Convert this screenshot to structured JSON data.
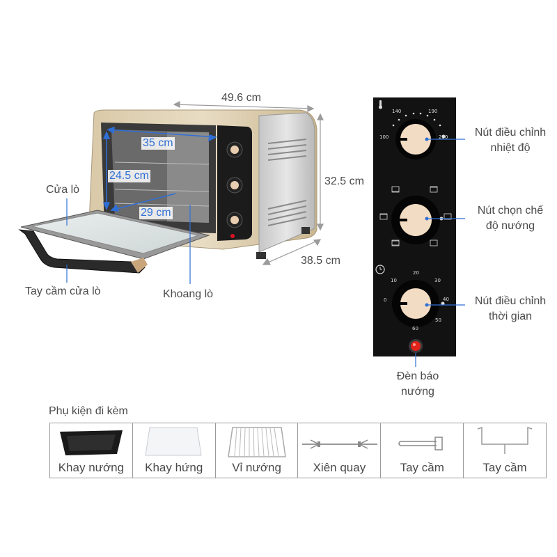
{
  "dimensions": {
    "width": "49.6 cm",
    "height": "32.5 cm",
    "depth": "38.5 cm",
    "inner_width": "35 cm",
    "inner_height": "24.5 cm",
    "inner_depth": "29 cm"
  },
  "oven_labels": {
    "door": "Cửa lò",
    "door_handle": "Tay cầm cửa lò",
    "chamber": "Khoang lò"
  },
  "panel_labels": {
    "temp_knob": [
      "Nút điều chỉnh",
      "nhiệt độ"
    ],
    "mode_knob": [
      "Nút chọn chế",
      "độ nướng"
    ],
    "timer_knob": [
      "Nút điều chỉnh",
      "thời gian"
    ],
    "indicator": [
      "Đèn báo",
      "nướng"
    ]
  },
  "temp_scale": [
    "100",
    "140",
    "190",
    "230"
  ],
  "timer_scale": [
    "0",
    "10",
    "20",
    "30",
    "40",
    "50",
    "60"
  ],
  "accessories": {
    "title": "Phụ kiện đi kèm",
    "items": [
      {
        "name": "Khay nướng",
        "icon": "baking-tray-icon"
      },
      {
        "name": "Khay hứng",
        "icon": "drip-tray-icon"
      },
      {
        "name": "Vỉ nướng",
        "icon": "wire-rack-icon"
      },
      {
        "name": "Xiên quay",
        "icon": "rotisserie-spit-icon"
      },
      {
        "name": "Tay cầm",
        "icon": "tray-handle-icon"
      },
      {
        "name": "Tay cầm",
        "icon": "rotisserie-handle-icon"
      }
    ]
  },
  "colors": {
    "dimension_blue": "#2f6fd6",
    "knob_cream": "#f3dcc4",
    "panel_black": "#111111",
    "indicator_red": "#e0241b"
  }
}
